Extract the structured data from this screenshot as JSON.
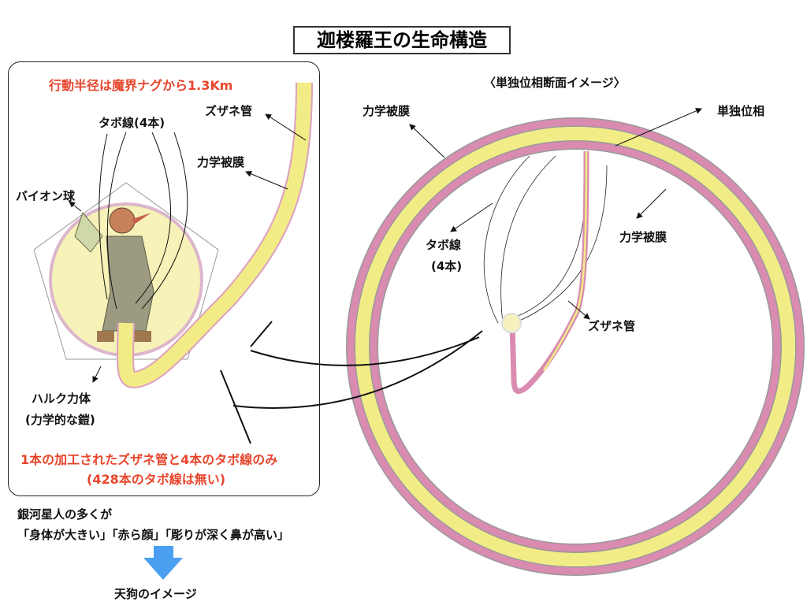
{
  "title": "迦楼羅王の生命構造",
  "left_panel": {
    "range_note": "行動半径は魔界ナグから1.3Km",
    "label_zuzane": "ズザネ管",
    "label_tabo": "タボ線(4本)",
    "label_membrane": "力学被膜",
    "label_bion": "バイオン球",
    "label_hulk_1": "ハルク力体",
    "label_hulk_2": "(力学的な鎧)",
    "note_1": "1本の加工されたズザネ管と4本のタボ線のみ",
    "note_2": "(428本のタボ線は無い)"
  },
  "right_diagram": {
    "heading": "〈単独位相断面イメージ〉",
    "label_membrane_outer": "力学被膜",
    "label_phase": "単独位相",
    "label_membrane_inner": "力学被膜",
    "label_tabo_1": "タボ線",
    "label_tabo_2": "(4本)",
    "label_zuzane": "ズザネ管"
  },
  "bottom": {
    "line1": "銀河星人の多くが",
    "line2": "「身体が大きい」「赤ら顔」「彫りが深く鼻が高い」",
    "arrow_icon": "down-arrow",
    "result": "天狗のイメージ"
  },
  "colors": {
    "pink": "#d98bb0",
    "yellow": "#f2ec86",
    "red_text": "#e8452c",
    "arrow_blue": "#4a9ff0"
  }
}
